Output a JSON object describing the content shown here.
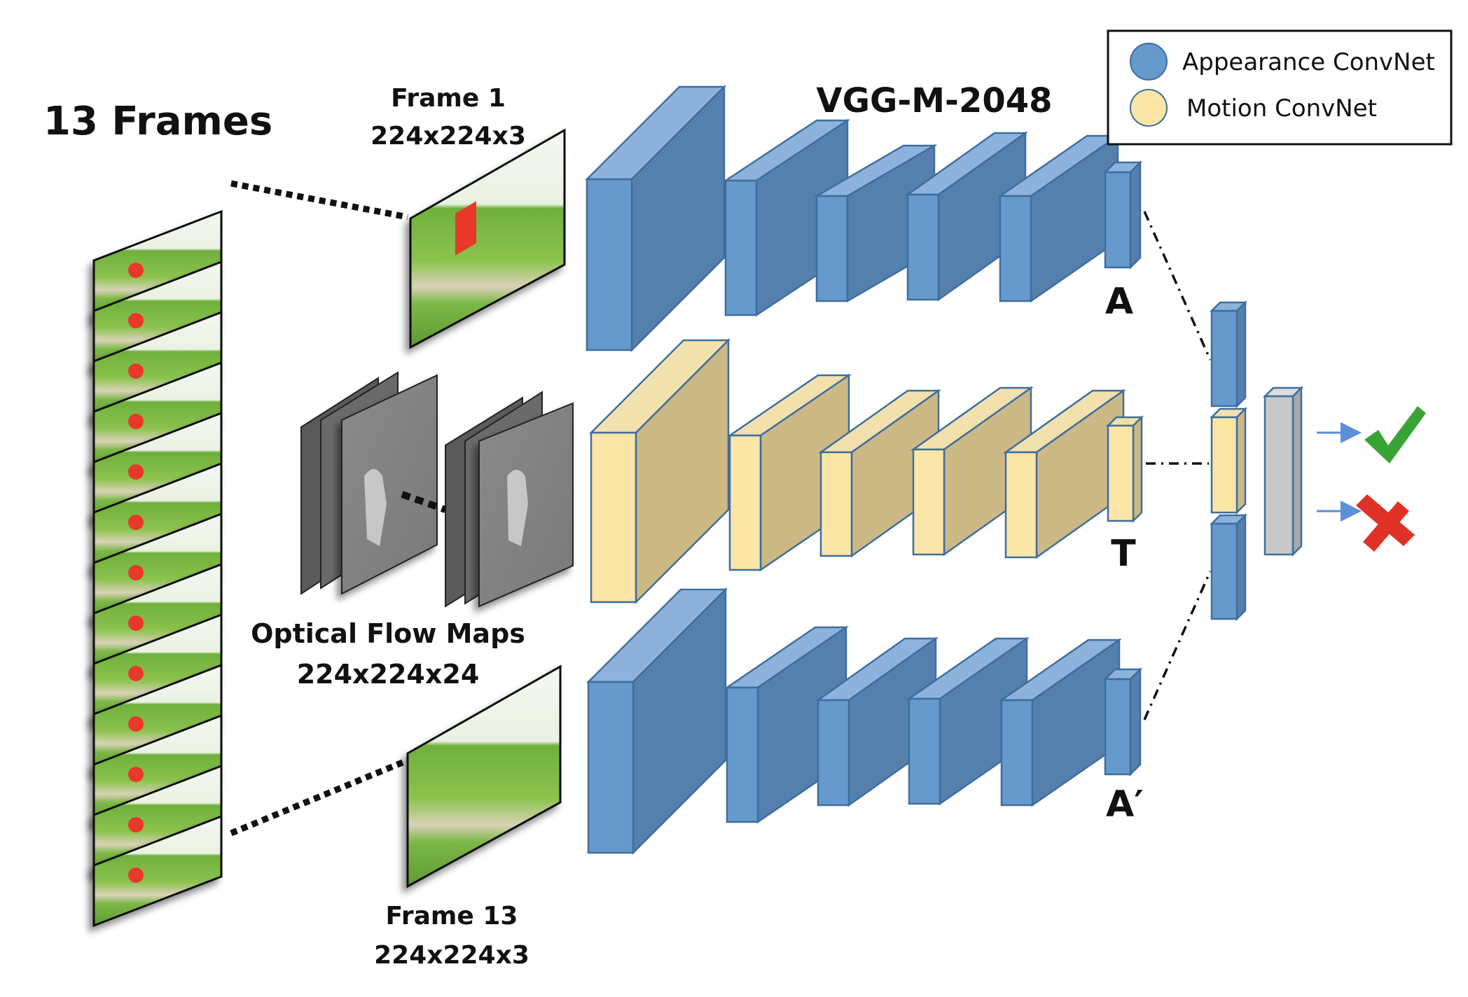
{
  "title": "13 Frames",
  "network_title": "VGG-M-2048",
  "frame_first": {
    "name": "Frame 1",
    "dims": "224x224x3"
  },
  "frame_last": {
    "name": "Frame 13",
    "dims": "224x224x3"
  },
  "flow": {
    "name": "Optical Flow Maps",
    "dims": "224x224x24"
  },
  "legend": [
    {
      "label": "Appearance ConvNet",
      "color": "#6699cc"
    },
    {
      "label": "Motion ConvNet",
      "color": "#fbe5a7"
    }
  ],
  "stream_labels": {
    "top": "A",
    "middle": "T",
    "bottom": "A′"
  },
  "frame_count": 13,
  "output_icons": [
    "checkmark-icon",
    "cross-icon"
  ],
  "colors": {
    "appearance_front": "#6699cc",
    "appearance_side": "#5580ad",
    "appearance_top": "#8db3dd",
    "motion_front": "#fbe5a7",
    "motion_side": "#cdb986",
    "motion_top": "#f3e1ad",
    "fusion_gray": "#c8c8c8",
    "check_green": "#3aa335",
    "cross_red": "#e03127",
    "arrow_blue": "#5b8fd6"
  }
}
